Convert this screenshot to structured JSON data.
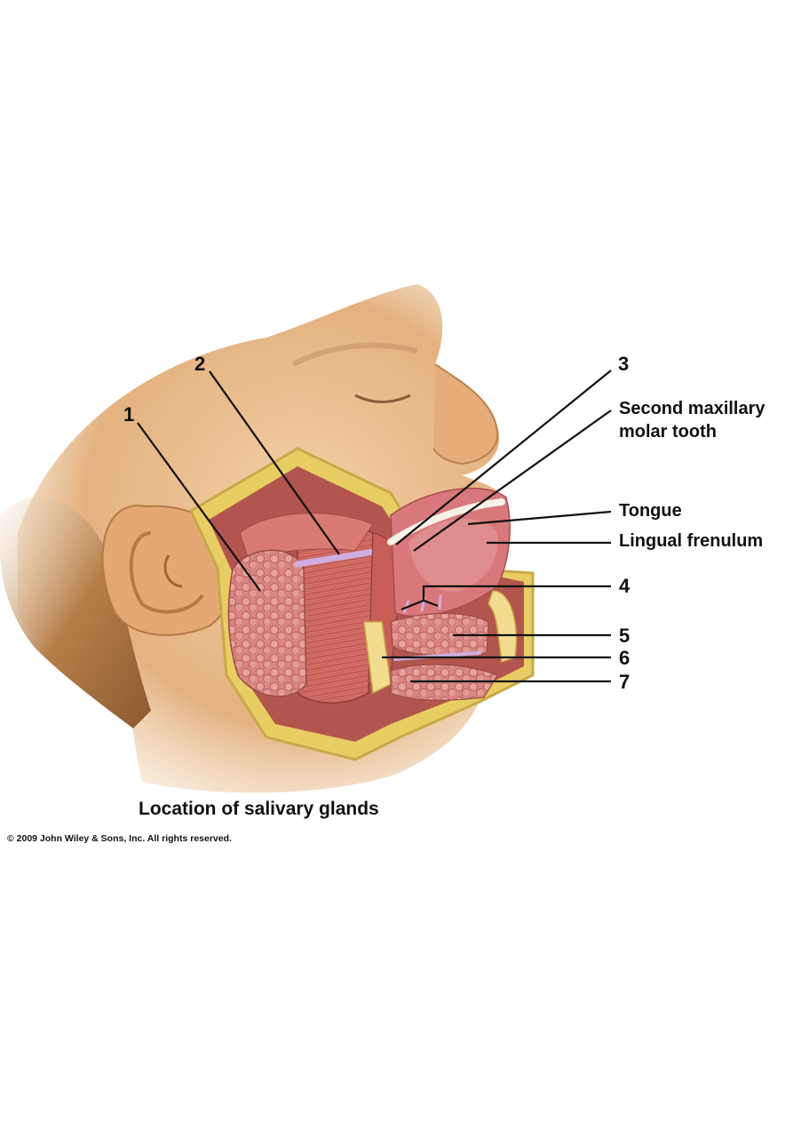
{
  "figure": {
    "caption": "Location of salivary glands",
    "copyright": "© 2009 John Wiley & Sons, Inc. All rights reserved."
  },
  "labels": {
    "n1": "1",
    "n2": "2",
    "n3": "3",
    "second_molar_line1": "Second maxillary",
    "second_molar_line2": "molar tooth",
    "tongue": "Tongue",
    "lingual_frenulum": "Lingual frenulum",
    "n4": "4",
    "n5": "5",
    "n6": "6",
    "n7": "7"
  },
  "colors": {
    "skin": "#e9b988",
    "skin_shadow": "#c98e5c",
    "hair": "#b07a45",
    "fat": "#e9cf6a",
    "muscle": "#c9605a",
    "gland": "#d98a86",
    "mucosa": "#d9787a",
    "bone": "#f2dc90",
    "duct": "#c9a6d9",
    "leader": "#111111"
  }
}
